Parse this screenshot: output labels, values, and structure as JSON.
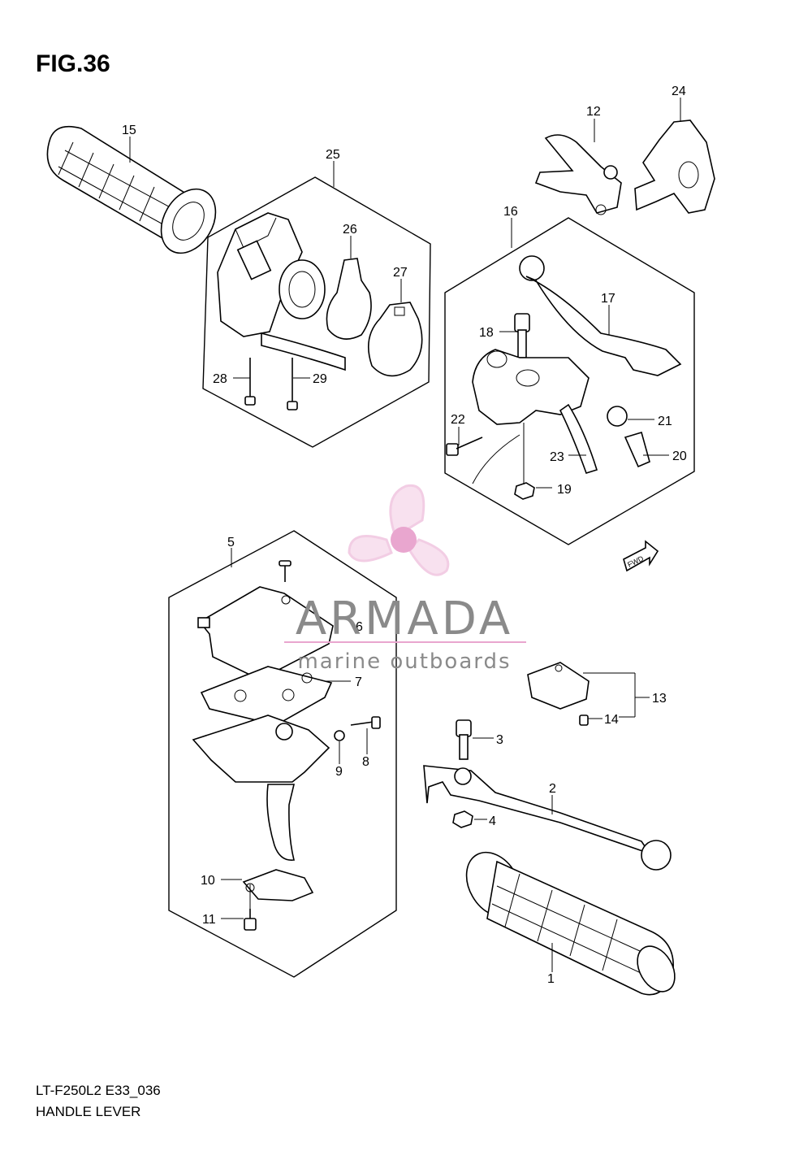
{
  "figure": {
    "title": "FIG.36",
    "model_code": "LT-F250L2 E33_036",
    "section_name": "HANDLE LEVER"
  },
  "watermark": {
    "brand": "ARMADA",
    "tagline": "marine outboards",
    "propeller_color": "#e9a6cf",
    "text_color": "#8a8a8a"
  },
  "direction_marker": "FWD",
  "callouts": [
    {
      "id": "c1",
      "label": "1"
    },
    {
      "id": "c2",
      "label": "2"
    },
    {
      "id": "c3",
      "label": "3"
    },
    {
      "id": "c4",
      "label": "4"
    },
    {
      "id": "c5",
      "label": "5"
    },
    {
      "id": "c6",
      "label": "6"
    },
    {
      "id": "c7",
      "label": "7"
    },
    {
      "id": "c8",
      "label": "8"
    },
    {
      "id": "c9",
      "label": "9"
    },
    {
      "id": "c10",
      "label": "10"
    },
    {
      "id": "c11",
      "label": "11"
    },
    {
      "id": "c12",
      "label": "12"
    },
    {
      "id": "c13",
      "label": "13"
    },
    {
      "id": "c14",
      "label": "14"
    },
    {
      "id": "c15",
      "label": "15"
    },
    {
      "id": "c16",
      "label": "16"
    },
    {
      "id": "c17",
      "label": "17"
    },
    {
      "id": "c18",
      "label": "18"
    },
    {
      "id": "c19",
      "label": "19"
    },
    {
      "id": "c20",
      "label": "20"
    },
    {
      "id": "c21",
      "label": "21"
    },
    {
      "id": "c22",
      "label": "22"
    },
    {
      "id": "c23",
      "label": "23"
    },
    {
      "id": "c24",
      "label": "24"
    },
    {
      "id": "c25",
      "label": "25"
    },
    {
      "id": "c26",
      "label": "26"
    },
    {
      "id": "c27",
      "label": "27"
    },
    {
      "id": "c28",
      "label": "28"
    },
    {
      "id": "c29",
      "label": "29"
    }
  ]
}
